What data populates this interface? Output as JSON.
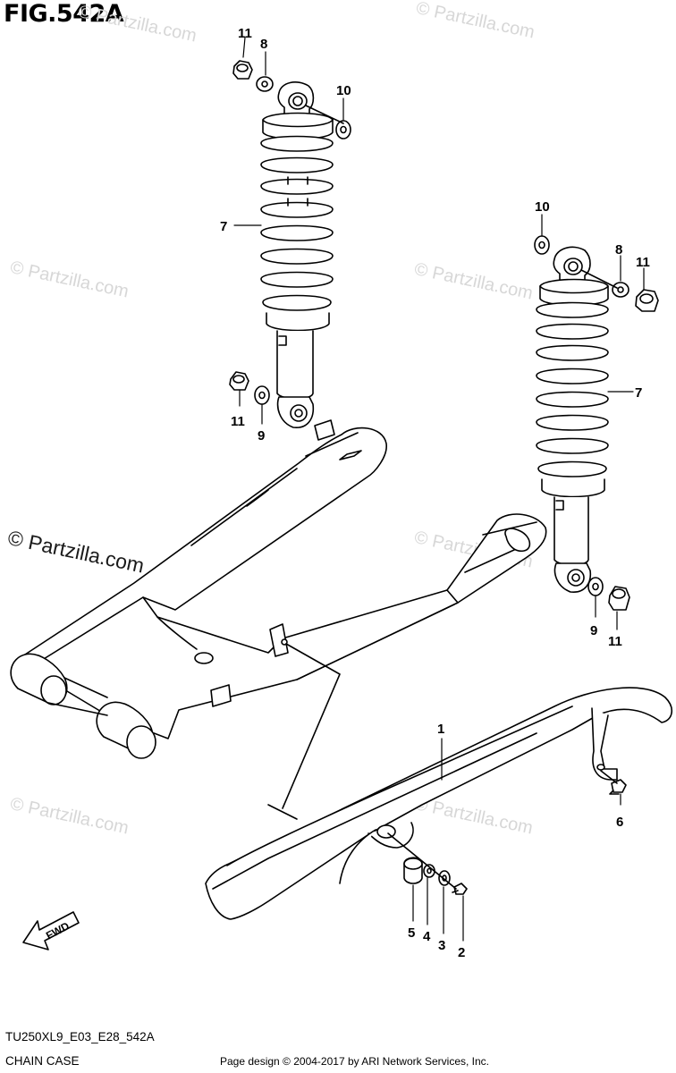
{
  "figure_title": "FIG.542A",
  "watermark_text": "© Partzilla.com",
  "watermark_main": "© Partzilla.com",
  "callouts": {
    "c11a": "11",
    "c8a": "8",
    "c10a": "10",
    "c7a": "7",
    "c11b": "11",
    "c9a": "9",
    "c10b": "10",
    "c8b": "8",
    "c11c": "11",
    "c7b": "7",
    "c9b": "9",
    "c11d": "11",
    "c1": "1",
    "c6": "6",
    "c5": "5",
    "c4": "4",
    "c3": "3",
    "c2": "2"
  },
  "fwd_label": "FWD",
  "diagram_code": "TU250XL9_E03_E28_542A",
  "diagram_name": "CHAIN CASE",
  "footer_credit": "Page design © 2004-2017 by ARI Network Services, Inc.",
  "colors": {
    "line": "#000000",
    "watermark": "#d7d7d7",
    "background": "#ffffff"
  }
}
